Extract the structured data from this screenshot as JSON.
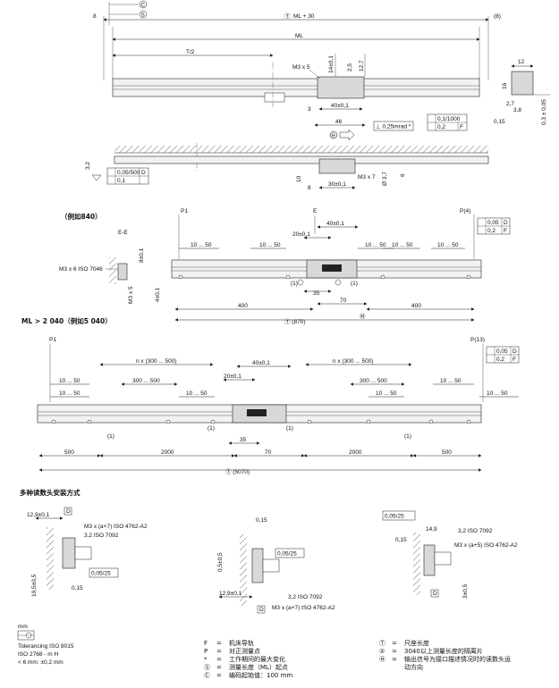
{
  "top_view": {
    "c_mark": "C",
    "s_mark": "S",
    "dim_left": "8",
    "dim_ml30": "ML + 30",
    "dim_ml30_mark": "Ⓣ",
    "dim_right_paren": "(8)",
    "dim_ml": "ML",
    "dim_t2": "T/2",
    "dim_m3x5": "M3 x 5",
    "dim_14": "14±0,1",
    "dim_25": "2,5",
    "dim_127": "12,7",
    "dim_3": "3",
    "dim_40": "40±0,1",
    "dim_46": "46",
    "dim_025mrad": "⊥ 0,25mrad *",
    "tol_01": "0,1/1000",
    "tol_02": "0,2",
    "tol_f": "F",
    "side_12": "12",
    "side_16": "16",
    "side_27": "2,7",
    "side_38": "3,8",
    "side_015": "0,15",
    "side_03": "0,3 ± 0,05",
    "h_mark": "Ⓗ"
  },
  "mid_view": {
    "dim_32": "3,2",
    "tol_005": "0,05/500",
    "tol_01": "0,1",
    "tol_d": "D",
    "dim_10": "10",
    "dim_8": "8",
    "dim_30": "30±0,1",
    "dim_m3x7": "M3 x 7",
    "dim_37": "Ø 3,7",
    "dim_6": "6"
  },
  "example840": {
    "title": "（例如840）",
    "p1": "P1",
    "p4": "P(4)",
    "e": "E",
    "ee": "E-E",
    "d40": "40±0,1",
    "d20": "20±0,1",
    "r1050": "10 ... 50",
    "m3iso": "M3 x 6 ISO 7046",
    "d8": "8±0,1",
    "m3x5": "M3 x 5",
    "d4": "4±0,1",
    "d35": "35",
    "d70": "70",
    "d400": "400",
    "p1paren": "(1)",
    "t870": "Ⓣ (870)",
    "tol005": "0,05",
    "tol02": "0,2",
    "tol_d": "D",
    "tol_f": "F",
    "m_mark": "Ⓜ"
  },
  "example5040": {
    "title": "ML > 2 040（例如5 040）",
    "p1": "P1",
    "p13": "P(13)",
    "n300": "n x (300 ... 500)",
    "r300": "300 ... 500",
    "d40": "40±0,1",
    "d20": "20±0,1",
    "r1050": "10 ... 50",
    "d500": "500",
    "d2000": "2000",
    "d35": "35",
    "d70": "70",
    "p1paren": "(1)",
    "t5070": "Ⓣ (5070)",
    "tol005": "0,05",
    "tol02": "0,2",
    "tol_d": "D",
    "tol_f": "F"
  },
  "mounting": {
    "title": "多种读数头安装方式",
    "a_129": "12,9±0,1",
    "a_m3": "M3 x (a+7) ISO 4762-A2",
    "a_32": "3,2 ISO 7092",
    "a_tol": "0,05/25",
    "a_195": "19,5±0,5",
    "a_015": "0,15",
    "a_d": "D",
    "b_015": "0,15",
    "b_05": "0,5±0,5",
    "b_tol": "0,05/25",
    "b_129": "12,9±0,1",
    "b_32": "3,2 ISO 7092",
    "b_m3": "M3 x (a+7) ISO 4762-A2",
    "b_d": "D",
    "c_tol": "0,05/25",
    "c_149": "14,9",
    "c_32": "3,2 ISO 7092",
    "c_015": "0,15",
    "c_m3": "M3 x (a+5) ISO 4762-A2",
    "c_3": "3±0,5",
    "c_d": "D"
  },
  "footer": {
    "mm": "mm",
    "tol1": "Tolerancing ISO 8015",
    "tol2": "ISO 2768 - m H",
    "tol3": "< 6 mm: ±0,2 mm",
    "legend_left": [
      {
        "k": "F",
        "v": "机床导轨"
      },
      {
        "k": "P",
        "v": "对正测量点"
      },
      {
        "k": "*",
        "v": "工作期间的最大变化"
      },
      {
        "k": "Ⓢ",
        "v": "测量长度（ML）起点"
      },
      {
        "k": "Ⓒ",
        "v": "编码起始值：100 mm"
      }
    ],
    "legend_right": [
      {
        "k": "Ⓣ",
        "v": "尺座长度"
      },
      {
        "k": "②",
        "v": "3040以上测量长度的隔离片"
      },
      {
        "k": "Ⓗ",
        "v": "输出信号为接口描述情况时的读数头运"
      },
      {
        "k": "",
        "v": "动方向"
      }
    ],
    "eq": "="
  }
}
